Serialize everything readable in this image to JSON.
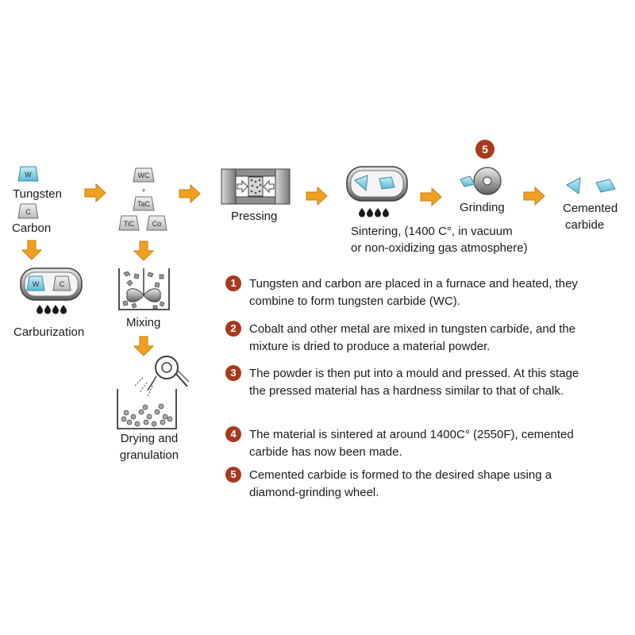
{
  "process": {
    "tungsten_symbol": "W",
    "tungsten_label": "Tungsten",
    "carbon_symbol": "C",
    "carbon_label": "Carbon",
    "carburization_label": "Carburization",
    "mix_symbols": {
      "wc": "WC",
      "plus": "+",
      "tac": "TaC",
      "tic": "TiC",
      "co": "Co"
    },
    "mixing_label": "Mixing",
    "drying_label_line1": "Drying and",
    "drying_label_line2": "granulation",
    "pressing_label": "Pressing",
    "sintering_label_line1": "Sintering, (1400 C°, in vacuum",
    "sintering_label_line2": "or non-oxidizing gas atmosphere)",
    "grinding_badge": "5",
    "grinding_label": "Grinding",
    "product_label_line1": "Cemented",
    "product_label_line2": "carbide"
  },
  "steps": [
    {
      "num": "1",
      "text": "Tungsten and carbon are placed in a furnace and heated, they combine to form tungsten carbide (WC)."
    },
    {
      "num": "2",
      "text": "Cobalt and other metal are mixed in tungsten carbide, and the mixture is dried to produce a material powder."
    },
    {
      "num": "3",
      "text": "The powder is then put into a mould and pressed. At this stage the pressed material has a hardness similar to that of chalk."
    },
    {
      "num": "4",
      "text": "The material is sintered at around 1400C° (2550F), cemented carbide has now been made."
    },
    {
      "num": "5",
      "text": "Cemented carbide is formed to the desired shape using a diamond-grinding wheel."
    }
  ],
  "colors": {
    "arrow": "#f0a020",
    "badge": "#a8391c",
    "tungsten": "#7ed0e6",
    "carbon": "#c9c9c9",
    "gray_dark": "#6e6e6e"
  }
}
